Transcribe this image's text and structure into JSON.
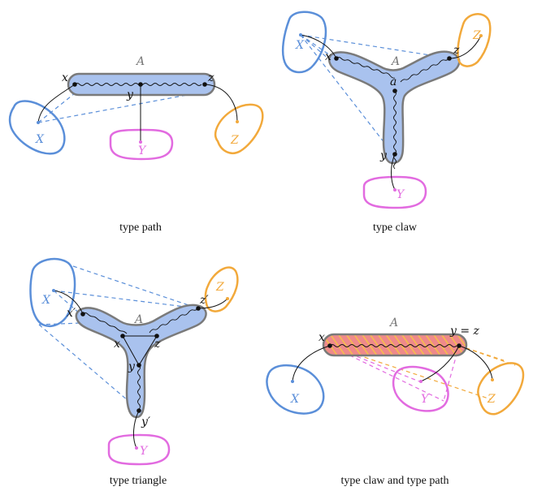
{
  "colors": {
    "blue": "#5b8fd9",
    "magenta": "#e26be0",
    "orange": "#f2a93b",
    "fill_blue": "#a9c2ee",
    "fill_red": "#ef8a8a",
    "border": "#7a7a7a",
    "ink": "#111111"
  },
  "panels": [
    {
      "caption": "type path",
      "region_label": "A",
      "set_labels": {
        "x_set": "X",
        "y_set": "Y",
        "z_set": "Z"
      },
      "vertex_labels": {
        "x": "x",
        "y": "y",
        "z": "z"
      }
    },
    {
      "caption": "type claw",
      "region_label": "A",
      "set_labels": {
        "x_set": "X",
        "y_set": "Y",
        "z_set": "Z"
      },
      "vertex_labels": {
        "x": "x",
        "y": "y",
        "z": "z",
        "a": "a"
      }
    },
    {
      "caption": "type triangle",
      "region_label": "A",
      "set_labels": {
        "x_set": "X",
        "y_set": "Y",
        "z_set": "Z"
      },
      "vertex_labels": {
        "x_prime": "x′",
        "y_prime": "y′",
        "z_prime": "z′",
        "x": "x",
        "y": "y",
        "z": "z"
      }
    },
    {
      "caption": "type claw and type path",
      "region_label": "A",
      "set_labels": {
        "x_set": "X",
        "y_set": "Y",
        "z_set": "Z"
      },
      "vertex_labels": {
        "x": "x",
        "y_eq_z": "y = z"
      }
    }
  ]
}
